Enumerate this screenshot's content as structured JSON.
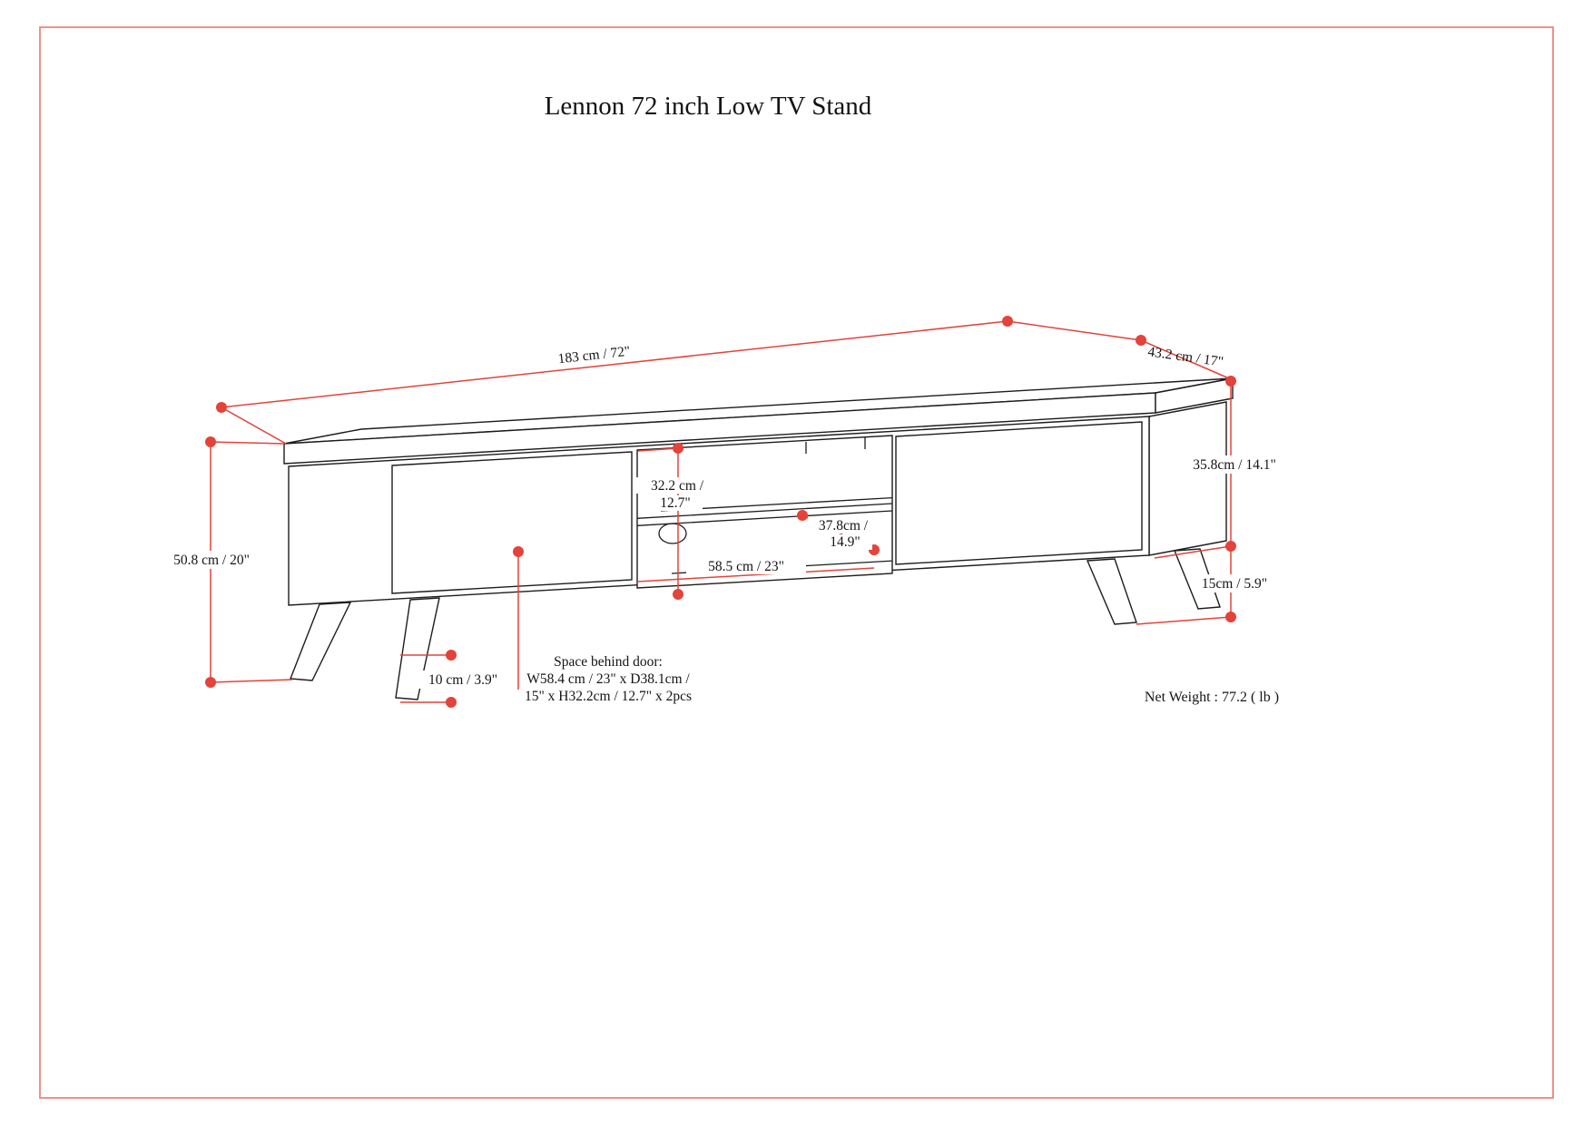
{
  "title": "Lennon 72 inch Low TV Stand",
  "net_weight": "Net Weight : 77.2 ( lb )",
  "dims": {
    "length": "183 cm / 72\"",
    "depth": "43.2 cm / 17\"",
    "height_body": "35.8cm / 14.1\"",
    "height_base": "15cm / 5.9\"",
    "height_overall": "50.8 cm / 20\"",
    "leg": "10 cm / 3.9\"",
    "opening_h1": "32.2 cm /",
    "opening_h2": "12.7\"",
    "depth_int1": "37.8cm /",
    "depth_int2": "14.9\"",
    "opening_w": "58.5 cm / 23\"",
    "space1": "Space behind door:",
    "space2": "W58.4 cm / 23\" x D38.1cm /",
    "space3": "15\" x H32.2cm / 12.7\" x 2pcs"
  },
  "colors": {
    "dimension_red": "#e3433a",
    "line_black": "#1c1c1c",
    "page_border": "#ef9189"
  }
}
